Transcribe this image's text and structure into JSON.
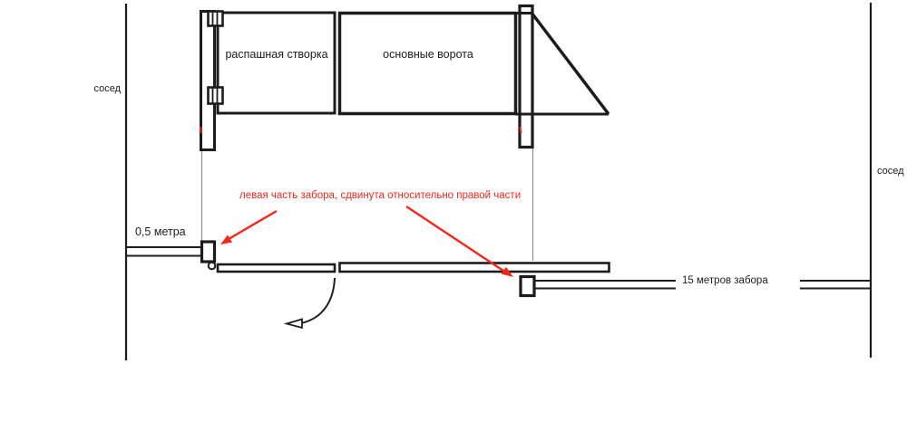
{
  "diagram": {
    "title": "gate-and-fence-plan-sketch",
    "labels": {
      "neighbor_left": "сосед",
      "neighbor_right": "сосед",
      "swing_leaf": "распашная створка",
      "main_gate": "основные ворота",
      "offset_note": "левая часть забора, сдвинута относительно правой части",
      "left_fence_dim": "0,5 метра",
      "right_fence_dim": "15 метров забора"
    },
    "colors": {
      "line": "#1c1c1c",
      "red": "#f5271b",
      "guide": "#909090"
    }
  }
}
